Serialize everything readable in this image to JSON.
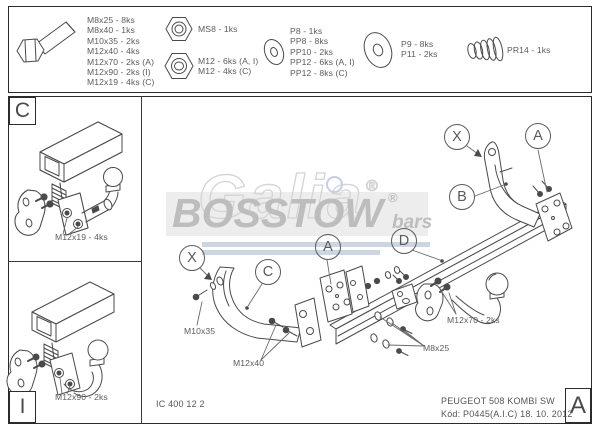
{
  "title_block": {
    "vehicle": "PEUGEOT 508 KOMBI SW",
    "code": "Kód: P0445(A.I.C)  18. 10. 2012",
    "doc_number": "IC 400 12 2",
    "revision": "A"
  },
  "hardware_legend": {
    "bolts": {
      "icon": "hex-bolt-icon",
      "lines": [
        "M8x25 - 8ks",
        "M8x40 - 1ks",
        "M10x35 - 2ks",
        "M12x40 - 4ks",
        "M12x70 - 2ks (A)",
        "M12x90 - 2ks (I)",
        "M12x19 - 4ks (C)"
      ]
    },
    "lock_nut": {
      "icon": "lock-nut-icon",
      "lines": [
        "MS8 - 1ks"
      ]
    },
    "nut": {
      "icon": "hex-nut-icon",
      "lines": [
        "M12 - 6ks (A, I)",
        "M12 - 4ks (C)"
      ]
    },
    "small_washers": {
      "icon": "small-washer-icon",
      "lines": [
        "P8 - 1ks",
        "PP8 - 8ks",
        "PP10 - 2ks",
        "PP12 - 6ks (A, I)",
        "PP12 - 8ks (C)"
      ]
    },
    "large_washers": {
      "icon": "large-washer-icon",
      "lines": [
        "P9 - 8ks",
        "P11 - 2ks"
      ]
    },
    "spring": {
      "icon": "spring-icon",
      "lines": [
        "PR14 - 1ks"
      ]
    }
  },
  "variant_panels": {
    "c": {
      "letter": "C",
      "fastener": "M12x19 - 4ks"
    },
    "i": {
      "letter": "I",
      "fastener": "M12x90 - 2ks"
    }
  },
  "assembly": {
    "callouts": {
      "x_right": "X",
      "a_right": "A",
      "b": "B",
      "d": "D",
      "x_left": "X",
      "c": "C",
      "a_center": "A"
    },
    "fasteners": {
      "m10x35": "M10x35",
      "m12x40": "M12x40",
      "m12x70": "M12x70 - 2ks",
      "m8x25": "M8x25"
    }
  },
  "watermark": {
    "outline": "Galia",
    "outline_reg": "®",
    "brand": "BOSSTOW",
    "brand_reg": "®",
    "suffix": "bars"
  },
  "colors": {
    "line": "#4a4a4a",
    "text": "#5b5b5b",
    "band": "#ededed",
    "blue_bar": "#ccd5e2"
  }
}
